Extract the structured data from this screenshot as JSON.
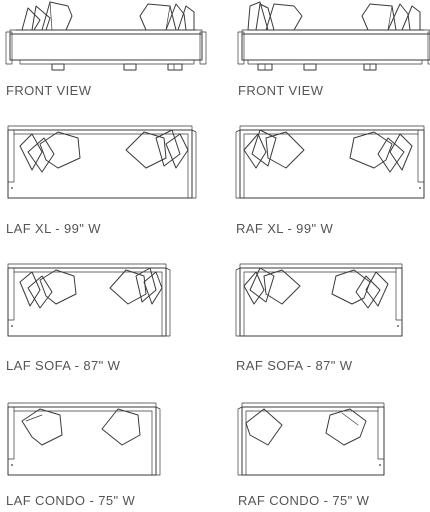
{
  "captions": {
    "front_left": "FRONT VIEW",
    "front_right": "FRONT VIEW",
    "laf_xl": "LAF XL - 99\" W",
    "raf_xl": "RAF XL - 99\" W",
    "laf_sofa": "LAF SOFA - 87\" W",
    "raf_sofa": "RAF SOFA - 87\" W",
    "laf_condo": "LAF CONDO - 75\" W",
    "raf_condo": "RAF CONDO - 75\" W"
  },
  "colors": {
    "line": "#3a3a3a",
    "caption": "#555555",
    "background": "#ffffff"
  }
}
